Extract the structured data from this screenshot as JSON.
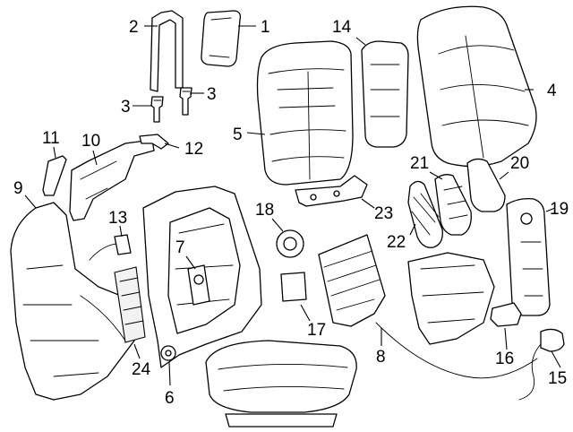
{
  "callouts": [
    {
      "id": "1",
      "label": "1"
    },
    {
      "id": "2",
      "label": "2"
    },
    {
      "id": "3a",
      "label": "3"
    },
    {
      "id": "3b",
      "label": "3"
    },
    {
      "id": "4",
      "label": "4"
    },
    {
      "id": "5",
      "label": "5"
    },
    {
      "id": "6",
      "label": "6"
    },
    {
      "id": "7",
      "label": "7"
    },
    {
      "id": "8",
      "label": "8"
    },
    {
      "id": "9",
      "label": "9"
    },
    {
      "id": "10",
      "label": "10"
    },
    {
      "id": "11",
      "label": "11"
    },
    {
      "id": "12",
      "label": "12"
    },
    {
      "id": "13",
      "label": "13"
    },
    {
      "id": "14",
      "label": "14"
    },
    {
      "id": "15",
      "label": "15"
    },
    {
      "id": "16",
      "label": "16"
    },
    {
      "id": "17",
      "label": "17"
    },
    {
      "id": "18",
      "label": "18"
    },
    {
      "id": "19",
      "label": "19"
    },
    {
      "id": "20",
      "label": "20"
    },
    {
      "id": "21",
      "label": "21"
    },
    {
      "id": "22",
      "label": "22"
    },
    {
      "id": "23",
      "label": "23"
    },
    {
      "id": "24",
      "label": "24"
    }
  ]
}
